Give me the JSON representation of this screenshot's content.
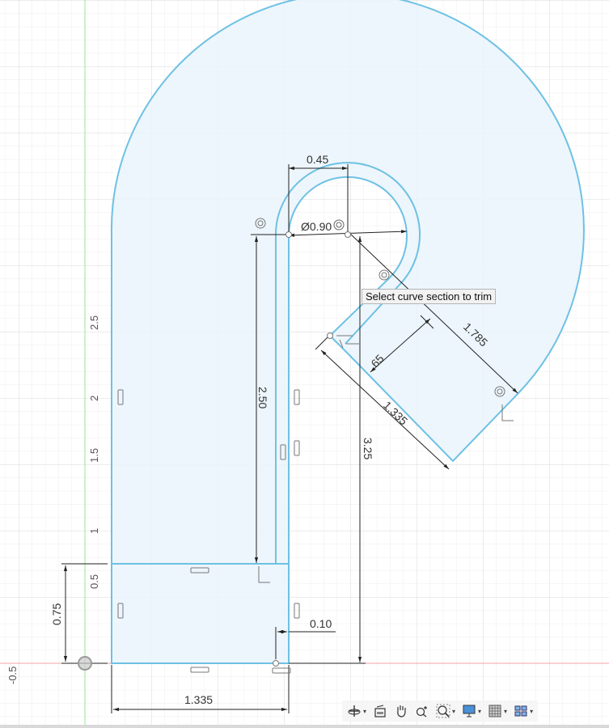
{
  "app": "Fusion 360 sketch canvas",
  "tooltip": {
    "text": "Select curve section to trim"
  },
  "axis": {
    "y_ticks": [
      "0.5",
      "1",
      "1.5",
      "2",
      "2.5"
    ],
    "x_ticks": [
      "-0.5"
    ]
  },
  "dimensions": {
    "d_045": "0.45",
    "d_diam": "Ø0.90",
    "d_250": "2.50",
    "d_325": "3.25",
    "d_1785": "1.785",
    "d_065": ".65",
    "d_1335_angled": "1.335",
    "d_075": "0.75",
    "d_010": "0.10",
    "d_1335_bottom": "1.335"
  },
  "colors": {
    "profile_stroke": "#6ec1e4",
    "profile_fill": "#eaf5fc",
    "grid_minor": "#ececec",
    "grid_major": "#dadada",
    "axis_x": "#f2a3a3",
    "axis_y": "#9be39b",
    "dimension": "#222222"
  },
  "toolbar": {
    "items": [
      {
        "name": "orbit",
        "has_menu": true
      },
      {
        "name": "look-at",
        "has_menu": false
      },
      {
        "name": "pan",
        "has_menu": false
      },
      {
        "name": "zoom",
        "has_menu": false
      },
      {
        "name": "fit",
        "has_menu": true
      },
      {
        "name": "display-settings",
        "has_menu": true
      },
      {
        "name": "grid-snaps",
        "has_menu": true
      },
      {
        "name": "viewports",
        "has_menu": true
      }
    ],
    "caret": "▾"
  }
}
